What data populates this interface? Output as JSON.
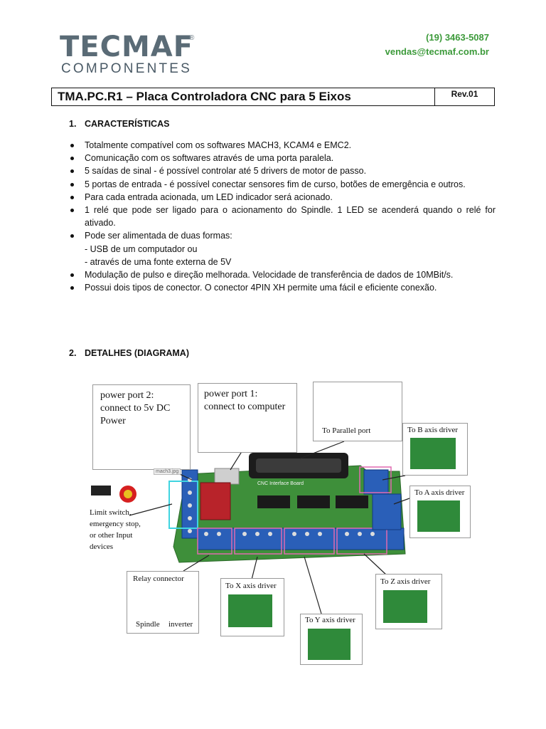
{
  "header": {
    "logo_main": "TECMAF",
    "logo_reg": "®",
    "logo_sub": "COMPONENTES",
    "phone": "(19) 3463-5087",
    "email": "vendas@tecmaf.com.br"
  },
  "title": {
    "main": "TMA.PC.R1 – Placa Controladora CNC para 5 Eixos",
    "rev": "Rev.01"
  },
  "sections": {
    "s1_num": "1.",
    "s1_title": "CARACTERÍSTICAS",
    "s2_num": "2.",
    "s2_title": "DETALHES (DIAGRAMA)"
  },
  "features": [
    "Totalmente compatível com os softwares MACH3, KCAM4 e EMC2.",
    "Comunicação com os softwares através de uma porta paralela.",
    "5 saídas de sinal - é possível controlar até 5 drivers de motor de passo.",
    "5 portas de entrada - é possível conectar sensores fim de curso, botões de emergência e outros.",
    "Para cada entrada acionada, um LED indicador será acionado.",
    "1 relé que pode ser ligado para o acionamento do Spindle. 1 LED se acenderá quando o relé for ativado.",
    "Pode ser alimentada de duas formas:",
    "Modulação de pulso e direção melhorada. Velocidade de transferência de dados de 10MBit/s.",
    "Possui dois tipos de conector. O conector 4PIN XH permite uma fácil e eficiente conexão."
  ],
  "power_options": [
    "- USB de um computador ou",
    "-  através de uma fonte externa de 5V"
  ],
  "diagram": {
    "power2_l1": "power port   2:",
    "power2_l2": "connect to 5v DC",
    "power2_l3": "Power",
    "power1_l1": "power port 1:",
    "power1_l2": "connect to computer",
    "parallel": "To Parallel port",
    "b_axis": "To B axis driver",
    "a_axis": "To A axis driver",
    "limit_l1": "Limit      switch,",
    "limit_l2": "emergency  stop,",
    "limit_l3": "or   other   Input",
    "limit_l4": "devices",
    "relay": "Relay connector",
    "spindle": "Spindle",
    "inverter": "inverter",
    "x_axis": "To X axis driver",
    "y_axis": "To Y axis driver",
    "z_axis": "To Z axis driver",
    "board_label": "CNC Interface Board",
    "jpg_tag": "mach3.jpg"
  }
}
